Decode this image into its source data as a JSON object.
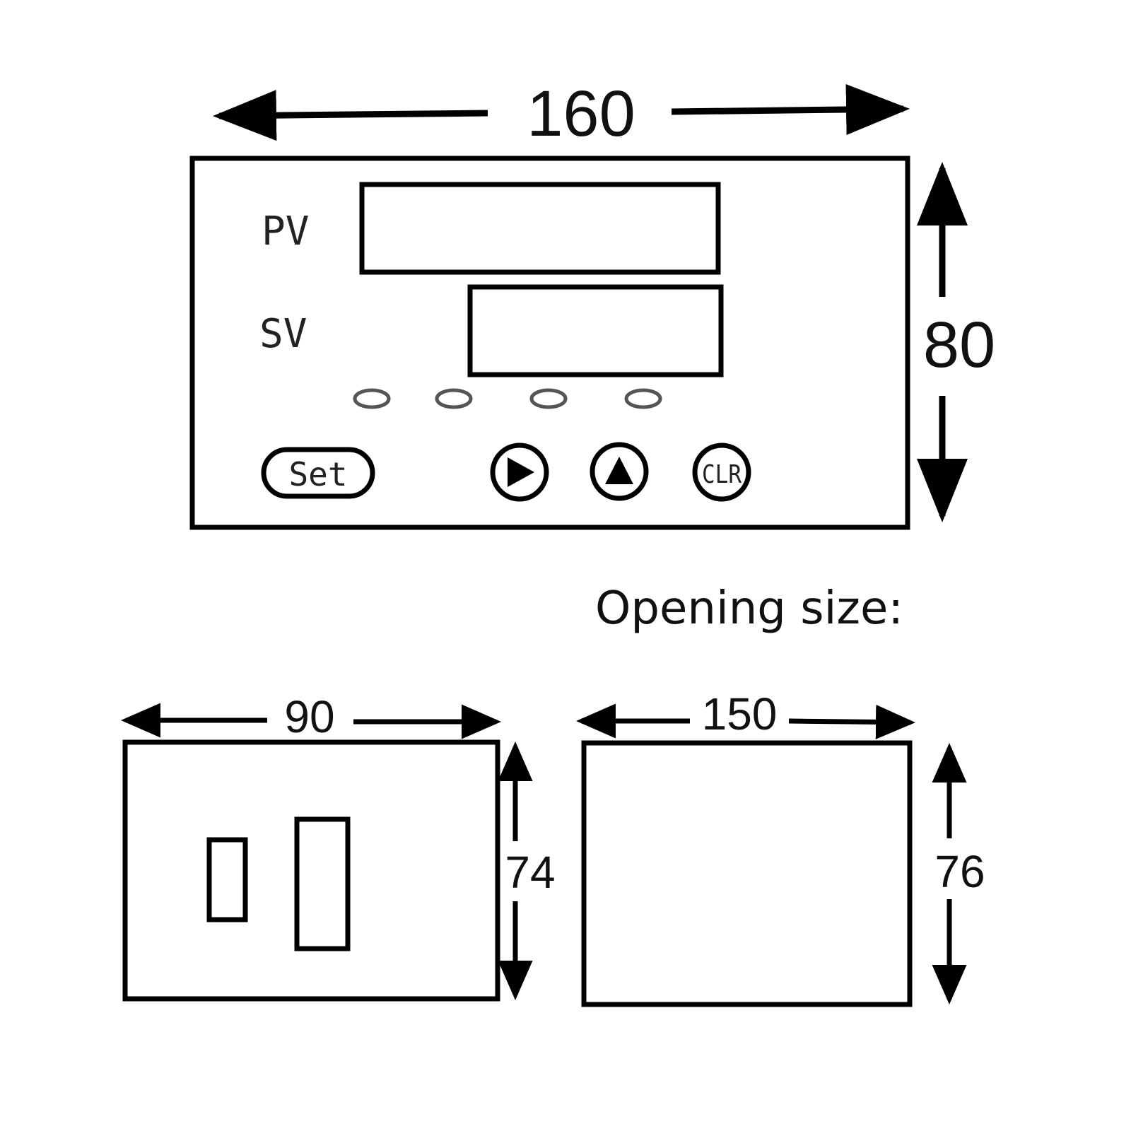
{
  "front_view": {
    "width_label": "160",
    "height_label": "80",
    "pv_label": "PV",
    "sv_label": "SV",
    "indicator_count": 4,
    "set_button_label": "Set",
    "right_button_icon": "play-right-icon",
    "up_button_icon": "triangle-up-icon",
    "clr_button_label": "CLR"
  },
  "opening_caption": "Opening size:",
  "side_view": {
    "width_label": "90",
    "height_label": "74"
  },
  "opening_view": {
    "width_label": "150",
    "height_label": "76"
  }
}
